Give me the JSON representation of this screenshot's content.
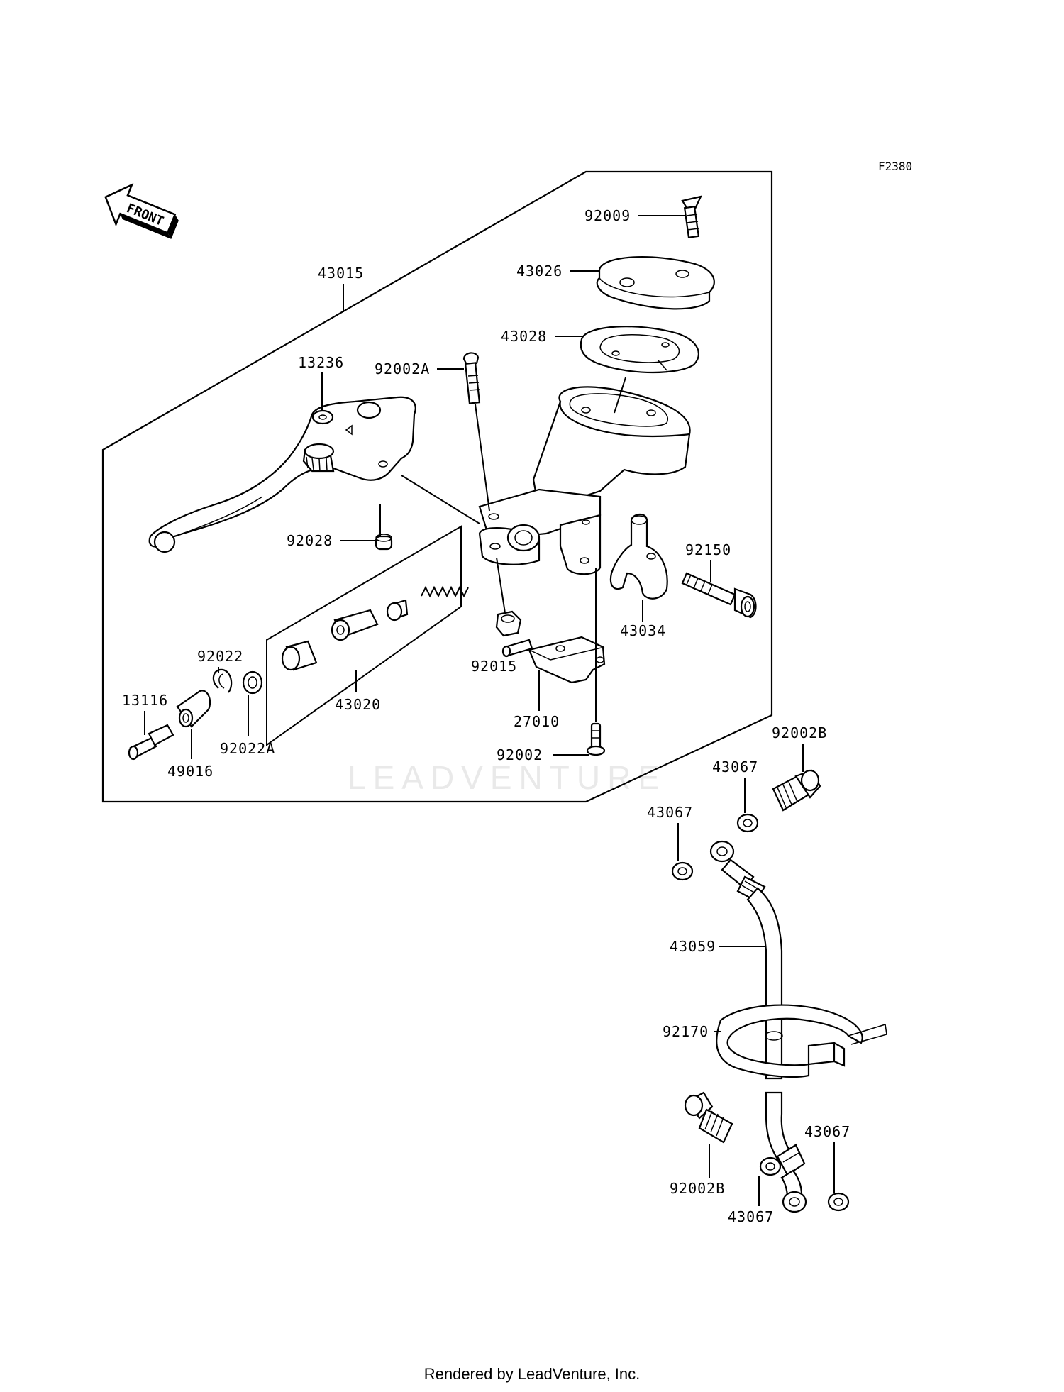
{
  "figure_code": "F2380",
  "front_arrow_text": "FRONT",
  "watermark": "LEADVENTURE",
  "footer": "Rendered by LeadVenture, Inc.",
  "parts": [
    {
      "id": "p43015",
      "number": "43015"
    },
    {
      "id": "p92009",
      "number": "92009"
    },
    {
      "id": "p43026",
      "number": "43026"
    },
    {
      "id": "p43028",
      "number": "43028"
    },
    {
      "id": "p13236",
      "number": "13236"
    },
    {
      "id": "p92002A",
      "number": "92002A"
    },
    {
      "id": "p92028",
      "number": "92028"
    },
    {
      "id": "p92150",
      "number": "92150"
    },
    {
      "id": "p43034",
      "number": "43034"
    },
    {
      "id": "p92015",
      "number": "92015"
    },
    {
      "id": "p92022",
      "number": "92022"
    },
    {
      "id": "p13116",
      "number": "13116"
    },
    {
      "id": "p43020",
      "number": "43020"
    },
    {
      "id": "p27010",
      "number": "27010"
    },
    {
      "id": "p92022A",
      "number": "92022A"
    },
    {
      "id": "p49016",
      "number": "49016"
    },
    {
      "id": "p92002",
      "number": "92002"
    },
    {
      "id": "p92002B_top",
      "number": "92002B"
    },
    {
      "id": "p43067_a",
      "number": "43067"
    },
    {
      "id": "p43067_b",
      "number": "43067"
    },
    {
      "id": "p43059",
      "number": "43059"
    },
    {
      "id": "p92170",
      "number": "92170"
    },
    {
      "id": "p43067_c",
      "number": "43067"
    },
    {
      "id": "p92002B_bot",
      "number": "92002B"
    },
    {
      "id": "p43067_d",
      "number": "43067"
    }
  ]
}
